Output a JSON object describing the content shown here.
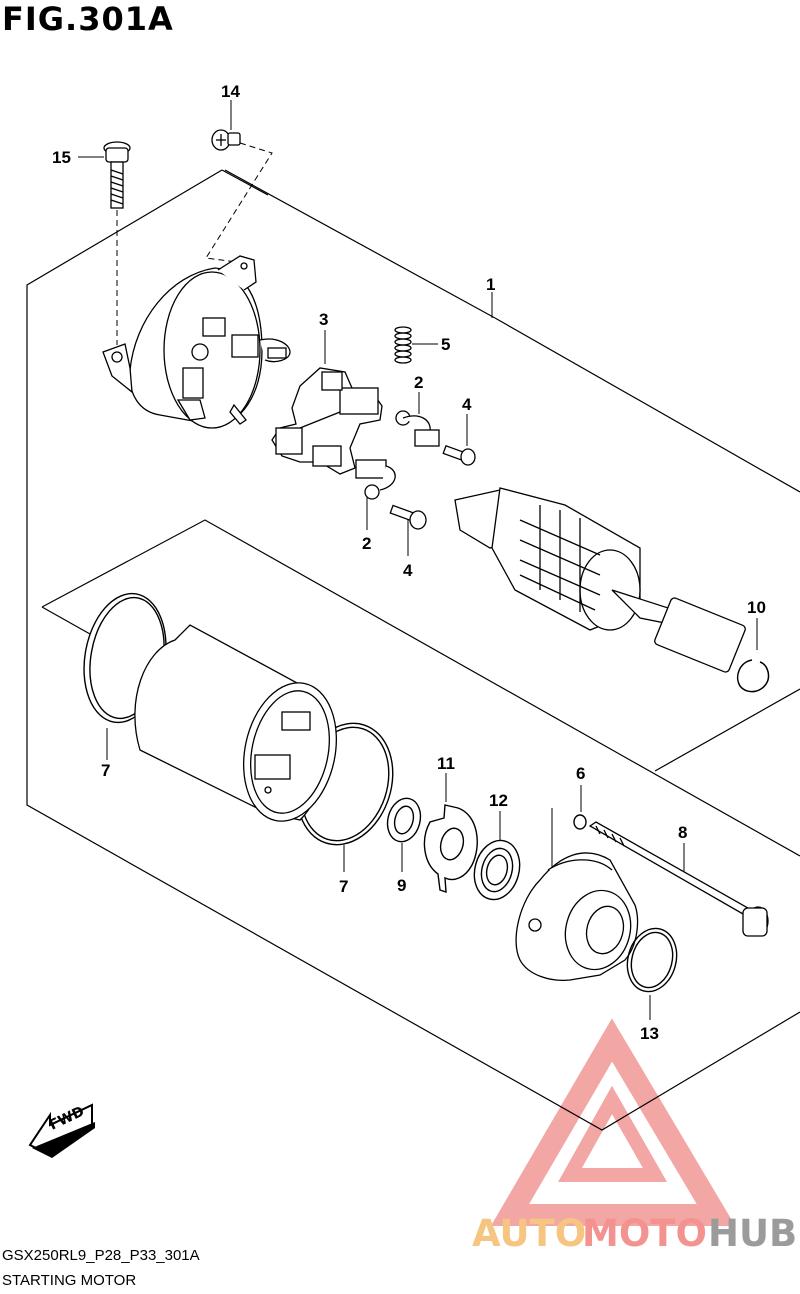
{
  "figure": {
    "title": "FIG.301A",
    "code": "GSX250RL9_P28_P33_301A",
    "name": "STARTING MOTOR"
  },
  "callouts": [
    {
      "num": "14",
      "part": "screw"
    },
    {
      "num": "15",
      "part": "bolt"
    },
    {
      "num": "1",
      "part": "starting motor assembly"
    },
    {
      "num": "3",
      "part": "brush holder"
    },
    {
      "num": "5",
      "part": "spring"
    },
    {
      "num": "2",
      "part": "brush"
    },
    {
      "num": "4",
      "part": "screw"
    },
    {
      "num": "2",
      "part": "brush"
    },
    {
      "num": "4",
      "part": "screw"
    },
    {
      "num": "10",
      "part": "circlip"
    },
    {
      "num": "7",
      "part": "o-ring"
    },
    {
      "num": "11",
      "part": "lock washer"
    },
    {
      "num": "6",
      "part": "o-ring"
    },
    {
      "num": "12",
      "part": "oil seal"
    },
    {
      "num": "8",
      "part": "through bolt"
    },
    {
      "num": "9",
      "part": "washer"
    },
    {
      "num": "7",
      "part": "o-ring"
    },
    {
      "num": "13",
      "part": "o-ring"
    }
  ],
  "fwd_arrow": {
    "label": "FWD"
  },
  "watermark": {
    "text_a": "AUTO",
    "text_b": "MOTO",
    "text_c": "HUB",
    "color_a": "#f3b257",
    "color_b": "#ef6f6c",
    "color_c": "#7a7a7a"
  }
}
